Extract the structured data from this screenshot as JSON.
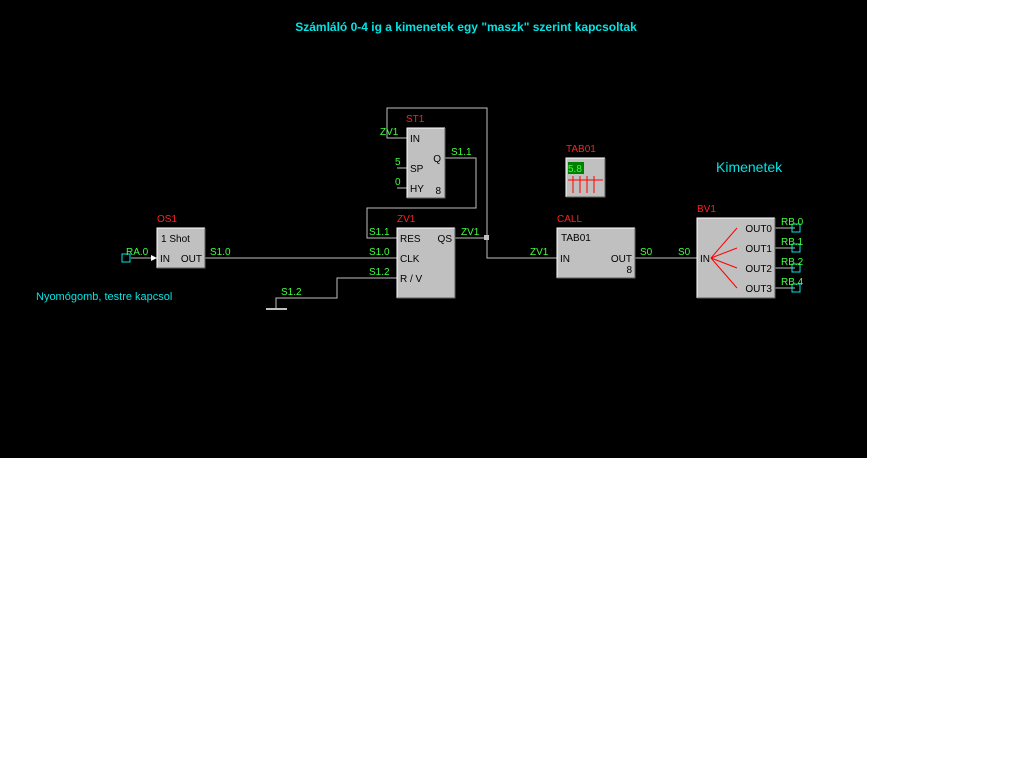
{
  "title": "Számláló 0-4 ig a kimenetek egy \"maszk\" szerint kapcsoltak",
  "heading": "Kimenetek",
  "comment": "Nyomógomb, testre kapcsol",
  "colors": {
    "background": "#000000",
    "wire": "#c0c0c0",
    "block_fill": "#c0c0c0",
    "block_text": "#000000",
    "title": "#00e5e5",
    "comment": "#00e5e5",
    "block_name": "#ff2020",
    "signal": "#40ff40",
    "fan_lines": "#ff0000"
  },
  "blocks": {
    "os1": {
      "name": "OS1",
      "title": "1 Shot",
      "pin_in": "IN",
      "pin_out": "OUT"
    },
    "st1": {
      "name": "ST1",
      "pin_in": "IN",
      "pin_q": "Q",
      "pin_sp": "SP",
      "pin_hy": "HY",
      "bits": "8"
    },
    "zv1": {
      "name": "ZV1",
      "pin_res": "RES",
      "pin_qs": "QS",
      "pin_clk": "CLK",
      "pin_rv": "R / V"
    },
    "tab01": {
      "name": "TAB01",
      "value": "5.8"
    },
    "call": {
      "name": "CALL",
      "title": "TAB01",
      "pin_in": "IN",
      "pin_out": "OUT",
      "bits": "8"
    },
    "bv1": {
      "name": "BV1",
      "pin_in": "IN",
      "outputs": [
        "OUT0",
        "OUT1",
        "OUT2",
        "OUT3"
      ]
    }
  },
  "signals": {
    "ra0": "RA.0",
    "s1_0_a": "S1.0",
    "s1_0_b": "S1.0",
    "s1_1_a": "S1.1",
    "s1_1_b": "S1.1",
    "s1_2_a": "S1.2",
    "s1_2_b": "S1.2",
    "zv1_a": "ZV1",
    "zv1_b": "ZV1",
    "zv1_c": "ZV1",
    "sp_const": "5",
    "hy_const": "0",
    "s0_a": "S0",
    "s0_b": "S0",
    "outputs": [
      "RB.0",
      "RB.1",
      "RB.2",
      "RB.4"
    ]
  }
}
